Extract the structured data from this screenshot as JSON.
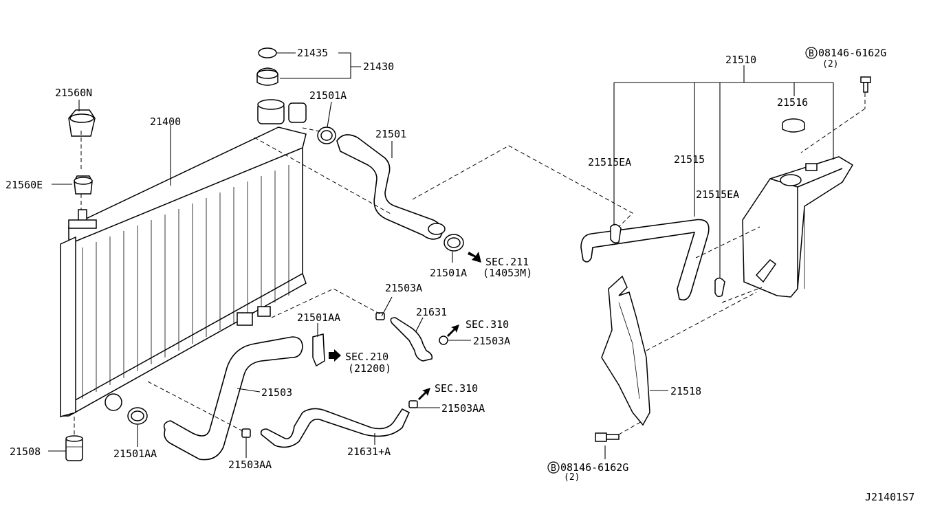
{
  "diagram_id": "J21401S7",
  "parts": {
    "p21435": "21435",
    "p21430": "21430",
    "p21560N": "21560N",
    "p21400": "21400",
    "p21501A_top": "21501A",
    "p21501": "21501",
    "p21560E": "21560E",
    "p21501A_bottom": "21501A",
    "p21503A_top": "21503A",
    "p21631": "21631",
    "p21503A_right": "21503A",
    "p21501AA_mid": "21501AA",
    "p21503": "21503",
    "p21508": "21508",
    "p21501AA_bottom": "21501AA",
    "p21503AA_bottom": "21503AA",
    "p21631A": "21631+A",
    "p21503AA_right": "21503AA",
    "p21510": "21510",
    "p21516": "21516",
    "p21515EA_left": "21515EA",
    "p21515": "21515",
    "p21515EA_right": "21515EA",
    "p21518": "21518"
  },
  "sections": {
    "sec211": "SEC.211",
    "sec211_ref": "(14053M)",
    "sec310_top": "SEC.310",
    "sec210": "SEC.210",
    "sec210_ref": "(21200)",
    "sec310_bottom": "SEC.310"
  },
  "bolts": {
    "top_symbol": "B",
    "top_number": "08146-6162G",
    "top_qty": "(2)",
    "bottom_symbol": "B",
    "bottom_number": "08146-6162G",
    "bottom_qty": "(2)"
  }
}
